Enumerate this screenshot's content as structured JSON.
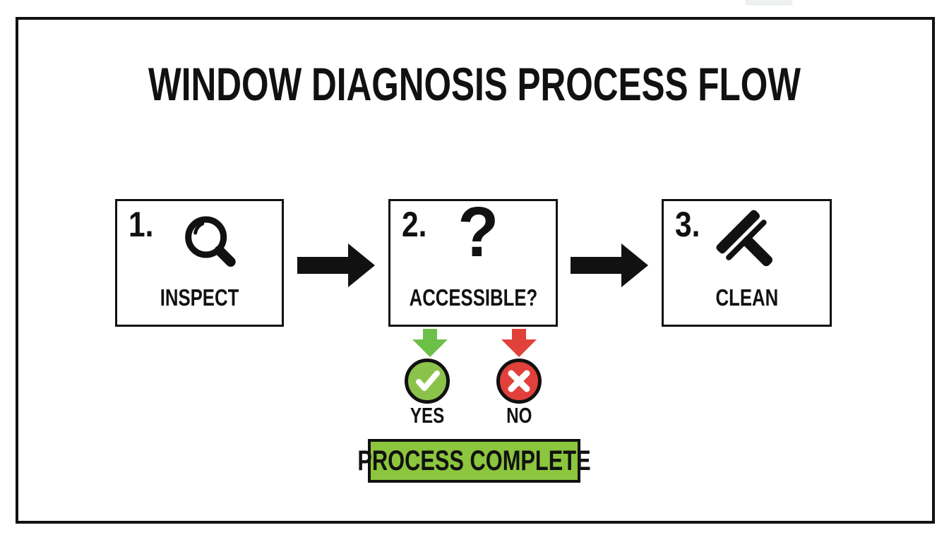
{
  "diagram": {
    "title": "WINDOW DIAGNOSIS PROCESS FLOW",
    "steps": [
      {
        "number": "1.",
        "label": "INSPECT",
        "icon": "magnifier-icon"
      },
      {
        "number": "2.",
        "label": "ACCESSIBLE?",
        "icon": "question-mark-glyph",
        "glyph": "?"
      },
      {
        "number": "3.",
        "label": "CLEAN",
        "icon": "squeegee-icon"
      }
    ],
    "branches": {
      "yes_label": "YES",
      "no_label": "NO"
    },
    "complete_label": "PROCESS COMPLETE",
    "colors": {
      "ink": "#111111",
      "yes_circle_green": "#8BC34A",
      "yes_arrow_green": "#6CBF47",
      "no_circle_red": "#E2403A",
      "no_arrow_red": "#E0413A",
      "complete_box_green": "#8CC63E",
      "background": "#FFFFFF"
    }
  }
}
